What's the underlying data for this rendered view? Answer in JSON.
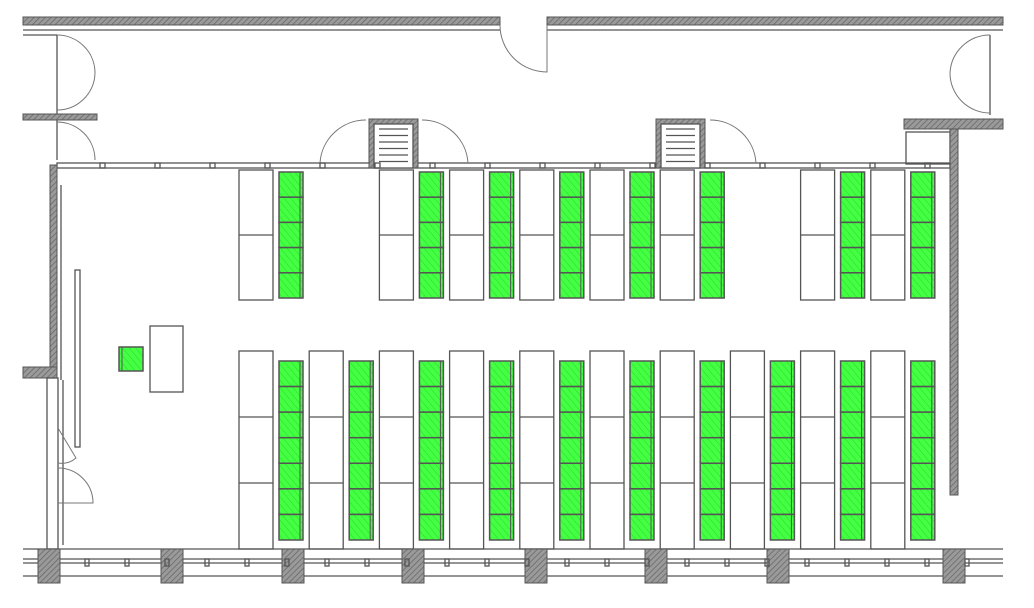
{
  "colors": {
    "chair": "#33ff33",
    "line": "#555555",
    "wall_hatch": "#888888",
    "background": "#ffffff"
  },
  "layout_counts": {
    "top_row_desk_columns": [
      true,
      false,
      true,
      true,
      true,
      true,
      true,
      false,
      true,
      true
    ],
    "top_row_chairs_per_column": 5,
    "bottom_row_desk_columns": 10,
    "bottom_row_chairs_per_column": 7,
    "teacher_chairs": 1
  }
}
